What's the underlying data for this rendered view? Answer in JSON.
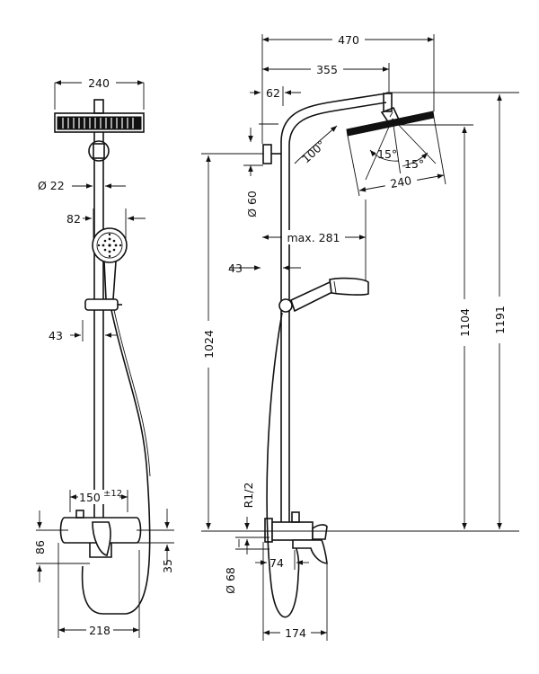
{
  "front_view": {
    "head_width": "240",
    "pipe_diameter": "Ø 22",
    "hand_shower_width": "82",
    "slider_offset": "43",
    "mixer_spacing": "150",
    "mixer_tolerance": "±12",
    "mixer_height": "86",
    "mixer_offset": "35",
    "hose_width": "218"
  },
  "side_view": {
    "overall_reach": "470",
    "arm_reach": "355",
    "wall_offset": "62",
    "arm_angle": "100°",
    "tilt_left": "15°",
    "tilt_right": "15°",
    "head_diameter": "240",
    "bracket_diameter": "Ø 60",
    "hand_reach": "max. 281",
    "slider_offset": "43",
    "bracket_height": "1024",
    "head_height": "1104",
    "total_height": "1191",
    "thread": "R1/2",
    "mixer_diameter": "Ø 68",
    "mixer_width": "74",
    "spout_reach": "174"
  }
}
